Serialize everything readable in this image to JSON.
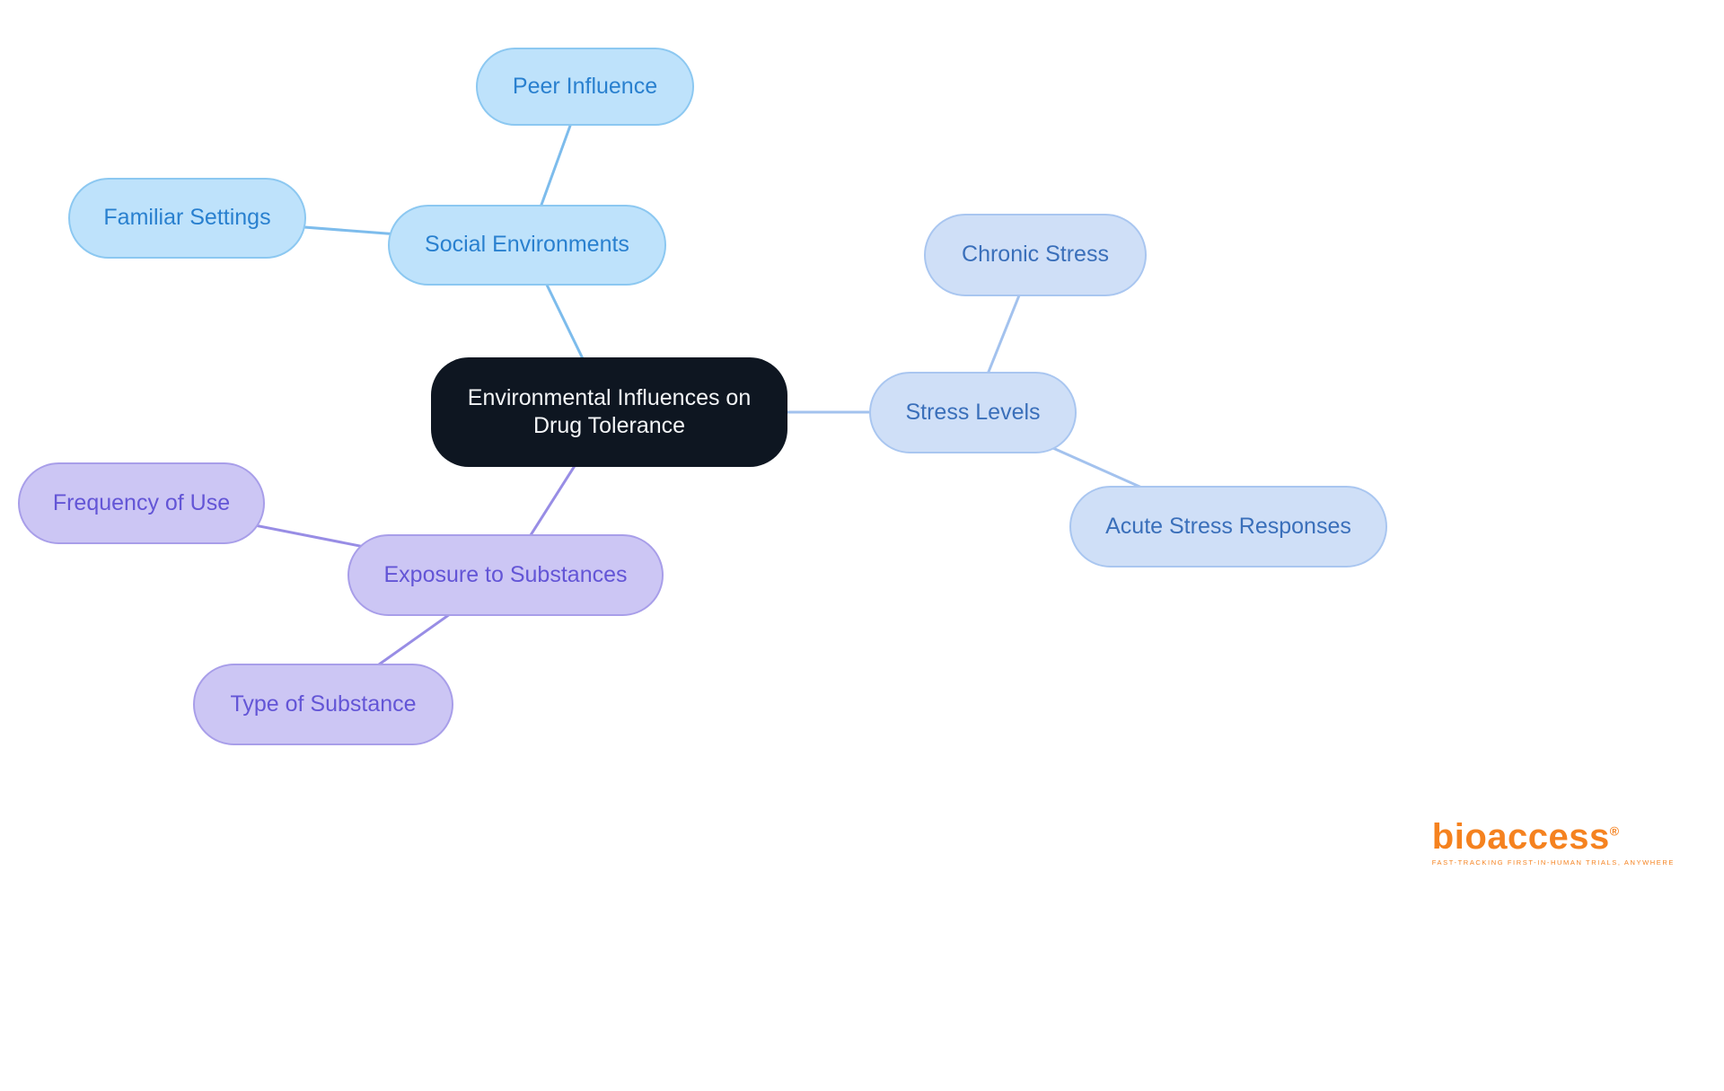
{
  "diagram": {
    "central": {
      "label": "Environmental Influences on Drug Tolerance"
    },
    "nodes": {
      "peer_influence": {
        "label": "Peer Influence"
      },
      "familiar_settings": {
        "label": "Familiar Settings"
      },
      "social_environments": {
        "label": "Social Environments"
      },
      "chronic_stress": {
        "label": "Chronic Stress"
      },
      "stress_levels": {
        "label": "Stress Levels"
      },
      "acute_stress_responses": {
        "label": "Acute Stress Responses"
      },
      "frequency_of_use": {
        "label": "Frequency of Use"
      },
      "exposure_to_substances": {
        "label": "Exposure to Substances"
      },
      "type_of_substance": {
        "label": "Type of Substance"
      }
    },
    "colors": {
      "central_bg": "#0e1621",
      "blue_branch_fill": "#bee2fb",
      "blue_branch_text": "#2980cf",
      "periwinkle_branch_fill": "#cfdff7",
      "periwinkle_branch_text": "#3a6fba",
      "purple_branch_fill": "#ccc6f4",
      "purple_branch_text": "#6355d6",
      "edge_blue": "#7dbcec",
      "edge_periwinkle": "#a3c2ee",
      "edge_purple": "#988de5"
    }
  },
  "logo": {
    "brand": "bioaccess",
    "reg": "®",
    "tagline": "FAST-TRACKING FIRST-IN-HUMAN TRIALS, ANYWHERE"
  }
}
